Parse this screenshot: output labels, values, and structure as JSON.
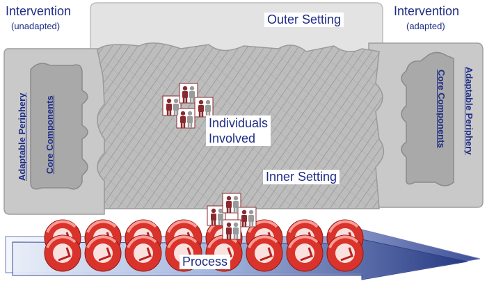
{
  "labels": {
    "outer_setting": "Outer Setting",
    "inner_setting": "Inner Setting",
    "individuals_line1": "Individuals",
    "individuals_line2": "Involved",
    "process": "Process",
    "intervention_left": "Intervention",
    "intervention_left_sub": "(unadapted)",
    "intervention_right": "Intervention",
    "intervention_right_sub": "(adapted)",
    "adaptable_periphery_left": "Adaptable Periphery",
    "core_components_left": "Core Components",
    "adaptable_periphery_right": "Adaptable Periphery",
    "core_components_right": "Core Components"
  },
  "colors": {
    "text": "#1f2d86",
    "outer_fill": "#e3e3e3",
    "inner_fill": "#b8b8b8",
    "intervention_fill": "#c9c9c9",
    "core_fill": "#a9a9a9",
    "gear_red": "#d9332b",
    "arrow_blue": "#2c3f8f",
    "person_red": "#8b2a2e"
  }
}
